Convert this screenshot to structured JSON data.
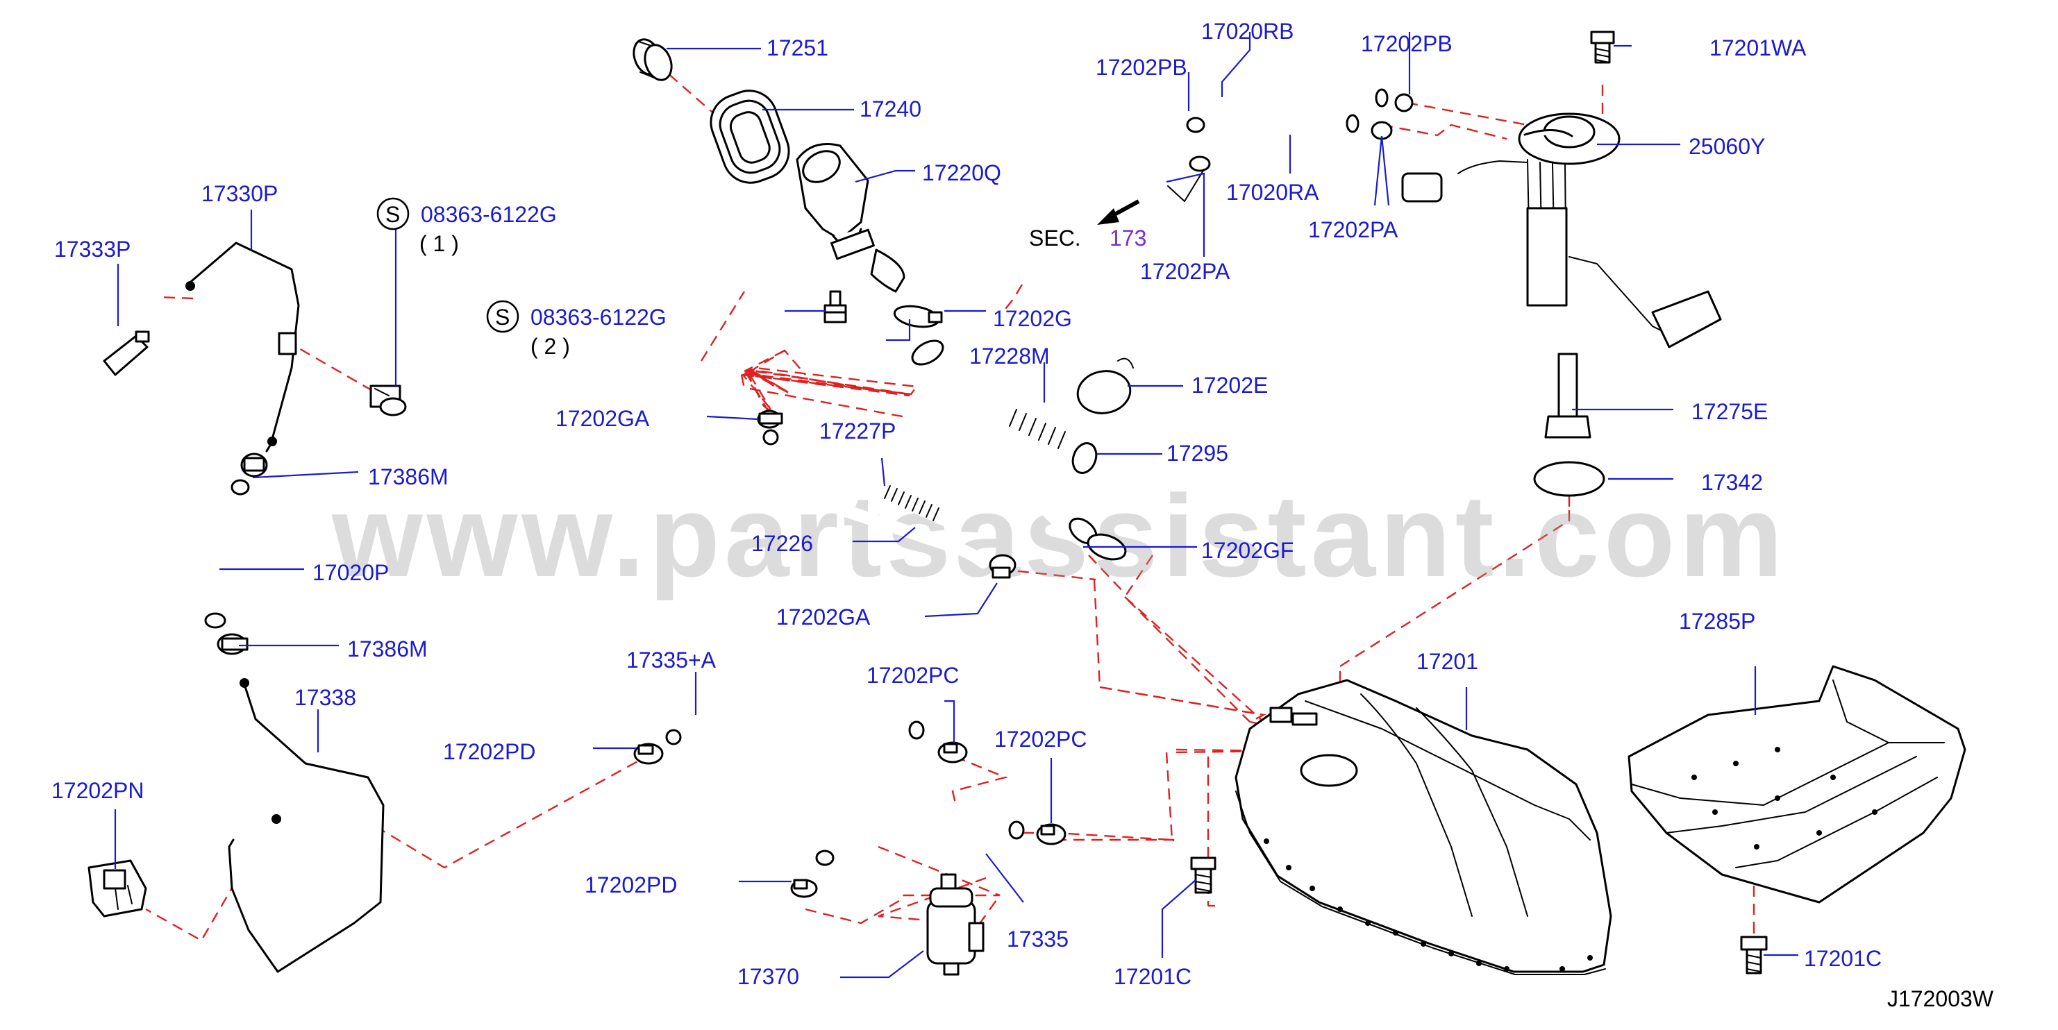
{
  "watermark": "www.partsassistant.com",
  "diagram_code": "J172003W",
  "section_ref": {
    "prefix": "SEC.",
    "number": "173"
  },
  "screws": [
    {
      "symbol": "S",
      "part": "08363-6122G",
      "qty": "( 1 )"
    },
    {
      "symbol": "S",
      "part": "08363-6122G",
      "qty": "( 2 )"
    }
  ],
  "labels": {
    "p17251": "17251",
    "p17240": "17240",
    "p17220Q": "17220Q",
    "p17020RB": "17020RB",
    "p17202PB_l": "17202PB",
    "p17202PB_r": "17202PB",
    "p17201WA": "17201WA",
    "p25060Y": "25060Y",
    "p17020RA": "17020RA",
    "p17202PA_r": "17202PA",
    "p17202PA_l": "17202PA",
    "p17330P": "17330P",
    "p17333P": "17333P",
    "p17202G": "17202G",
    "p17228M": "17228M",
    "p17202E": "17202E",
    "p17202GA_t": "17202GA",
    "p17227P": "17227P",
    "p17295": "17295",
    "p17275E": "17275E",
    "p17342": "17342",
    "p17386M_t": "17386M",
    "p17020P": "17020P",
    "p17226": "17226",
    "p17202GF": "17202GF",
    "p17202GA_b": "17202GA",
    "p17386M_b": "17386M",
    "p17335A": "17335+A",
    "p17201": "17201",
    "p17285P": "17285P",
    "p17338": "17338",
    "p17202PC_l": "17202PC",
    "p17202PC_r": "17202PC",
    "p17202PD_t": "17202PD",
    "p17202PN": "17202PN",
    "p17202PD_b": "17202PD",
    "p17335": "17335",
    "p17370": "17370",
    "p17201C_l": "17201C",
    "p17201C_r": "17201C"
  }
}
